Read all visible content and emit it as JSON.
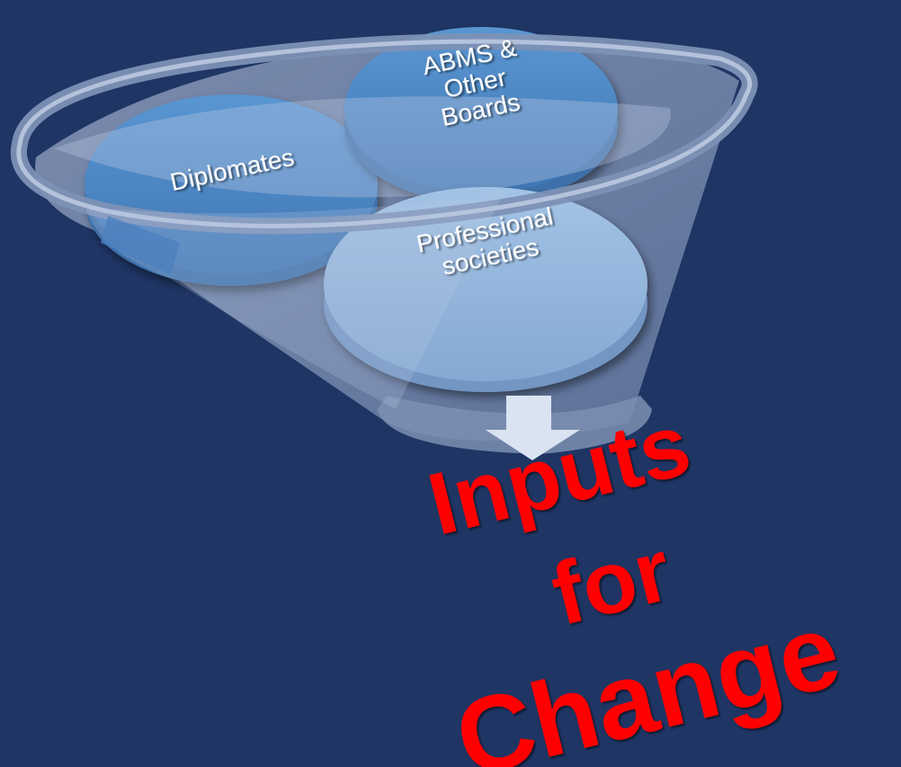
{
  "diagram": {
    "inputs": [
      {
        "id": "diplomates",
        "lines": [
          "Diplomates"
        ]
      },
      {
        "id": "abms",
        "lines": [
          "ABMS &",
          "Other",
          "Boards"
        ]
      },
      {
        "id": "societies",
        "lines": [
          "Professional",
          "societies"
        ]
      }
    ],
    "output": {
      "lines": [
        "Inputs",
        "for",
        "Change"
      ]
    }
  },
  "colors": {
    "background": "#1f3564",
    "disc_dark": "#4f88c6",
    "disc_light": "#8fb3dc",
    "funnel": "#a9b9d6",
    "output_text": "#ff0000"
  }
}
